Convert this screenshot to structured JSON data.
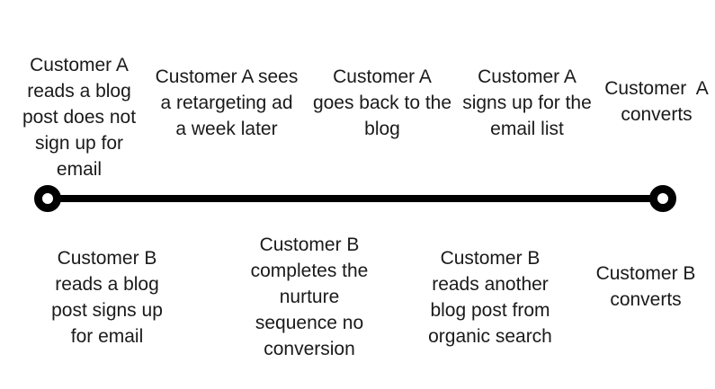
{
  "diagram": {
    "background_color": "#ffffff",
    "text_color": "#1a1a1a",
    "line_color": "#000000",
    "timeline": {
      "start_node_icon": "circle-outline",
      "end_node_icon": "circle-outline"
    },
    "customer_a_events": [
      {
        "text": "Customer A\nreads a blog\npost does not\nsign up for\nemail"
      },
      {
        "text": "Customer A sees\na retargeting ad\na week later"
      },
      {
        "text": "Customer A\ngoes back to the\nblog"
      },
      {
        "text": "Customer A\nsigns up for the\nemail list"
      },
      {
        "text": "Customer  A\nconverts"
      }
    ],
    "customer_b_events": [
      {
        "text": "Customer B\nreads a blog\npost signs up\nfor email"
      },
      {
        "text": "Customer B\ncompletes the\nnurture\nsequence no\nconversion"
      },
      {
        "text": "Customer B\nreads another\nblog post from\norganic search"
      },
      {
        "text": "Customer B\nconverts"
      }
    ]
  }
}
